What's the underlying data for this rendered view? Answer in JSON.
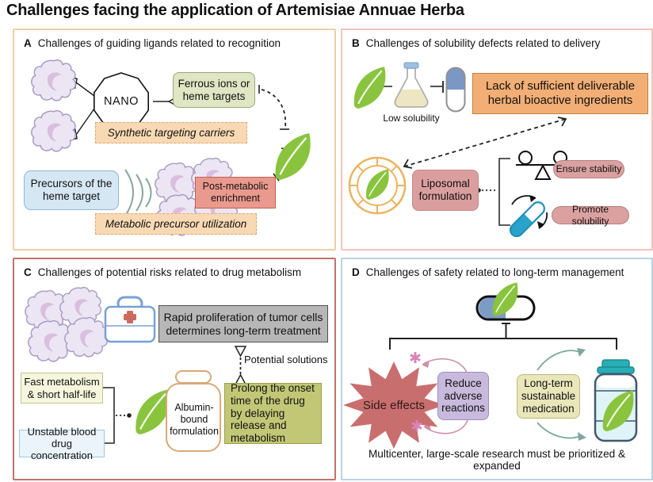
{
  "title": "Challenges facing the application of Artemisiae Annuae Herba",
  "icons": {
    "asterisk": "✱"
  },
  "colors": {
    "panel_a_border": "#ecd0a4",
    "panel_b_border": "#f2c4bc",
    "panel_c_border": "#c0736b",
    "panel_d_border": "#b9d2e2",
    "leaf_green": "#8ac43f",
    "cell_fill": "#ece5f4",
    "cell_nucleus": "#d9bede",
    "ferrous_box": "#e0e6c3",
    "peach_label": "#f8d9b4",
    "precursor_box": "#d5e7f3",
    "post_metabolic_box": "#e9998d",
    "lack_box": "#f2ae74",
    "liposome_ring": "#eab45e",
    "rose_box": "#db9e9e",
    "pill": "#dba1a1",
    "tube_teal": "#2aa3cc",
    "gray_box": "#b7b7b7",
    "fast_box": "#f5f6dd",
    "unstable_box": "#ebf4fa",
    "bottle_outline": "#d9a878",
    "olive_box": "#c2c776",
    "capsule_blue": "#7b9cc7",
    "starburst": "#c96e6e",
    "purple_box": "#c9badd",
    "khaki_box": "#e9e6ba",
    "jar_teal": "#29aeb5",
    "pink_accent": "#d090a8",
    "teal_arrow": "#7fa89e"
  },
  "panels": {
    "a": {
      "letter": "A",
      "heading": "Challenges of guiding ligands related to recognition",
      "nano": "NANO",
      "ferrous": "Ferrous ions or heme targets",
      "synthetic": "Synthetic targeting carriers",
      "precursors": "Precursors of the heme target",
      "post_metabolic": "Post-metabolic enrichment",
      "metabolic": "Metabolic precursor utilization"
    },
    "b": {
      "letter": "B",
      "heading": "Challenges of solubility defects related to delivery",
      "low_solubility": "Low solubility",
      "lack": "Lack of sufficient deliverable herbal bioactive ingredients",
      "liposomal": "Liposomal formulation",
      "ensure": "Ensure stability",
      "promote": "Promote solubility"
    },
    "c": {
      "letter": "C",
      "heading": "Challenges of potential risks related to drug metabolism",
      "rapid": "Rapid proliferation of tumor cells determines long-term treatment",
      "potential": "Potential solutions",
      "fast": "Fast metabolism & short half-life",
      "unstable": "Unstable blood drug concentration",
      "albumin": "Albumin-bound formulation",
      "prolong": "Prolong the onset time of the drug by delaying release and metabolism"
    },
    "d": {
      "letter": "D",
      "heading": "Challenges of safety related to long-term management",
      "side_effects": "Side effects",
      "reduce": "Reduce adverse reactions",
      "longterm": "Long-term sustainable medication",
      "footer": "Multicenter, large-scale research must be prioritized & expanded"
    }
  }
}
